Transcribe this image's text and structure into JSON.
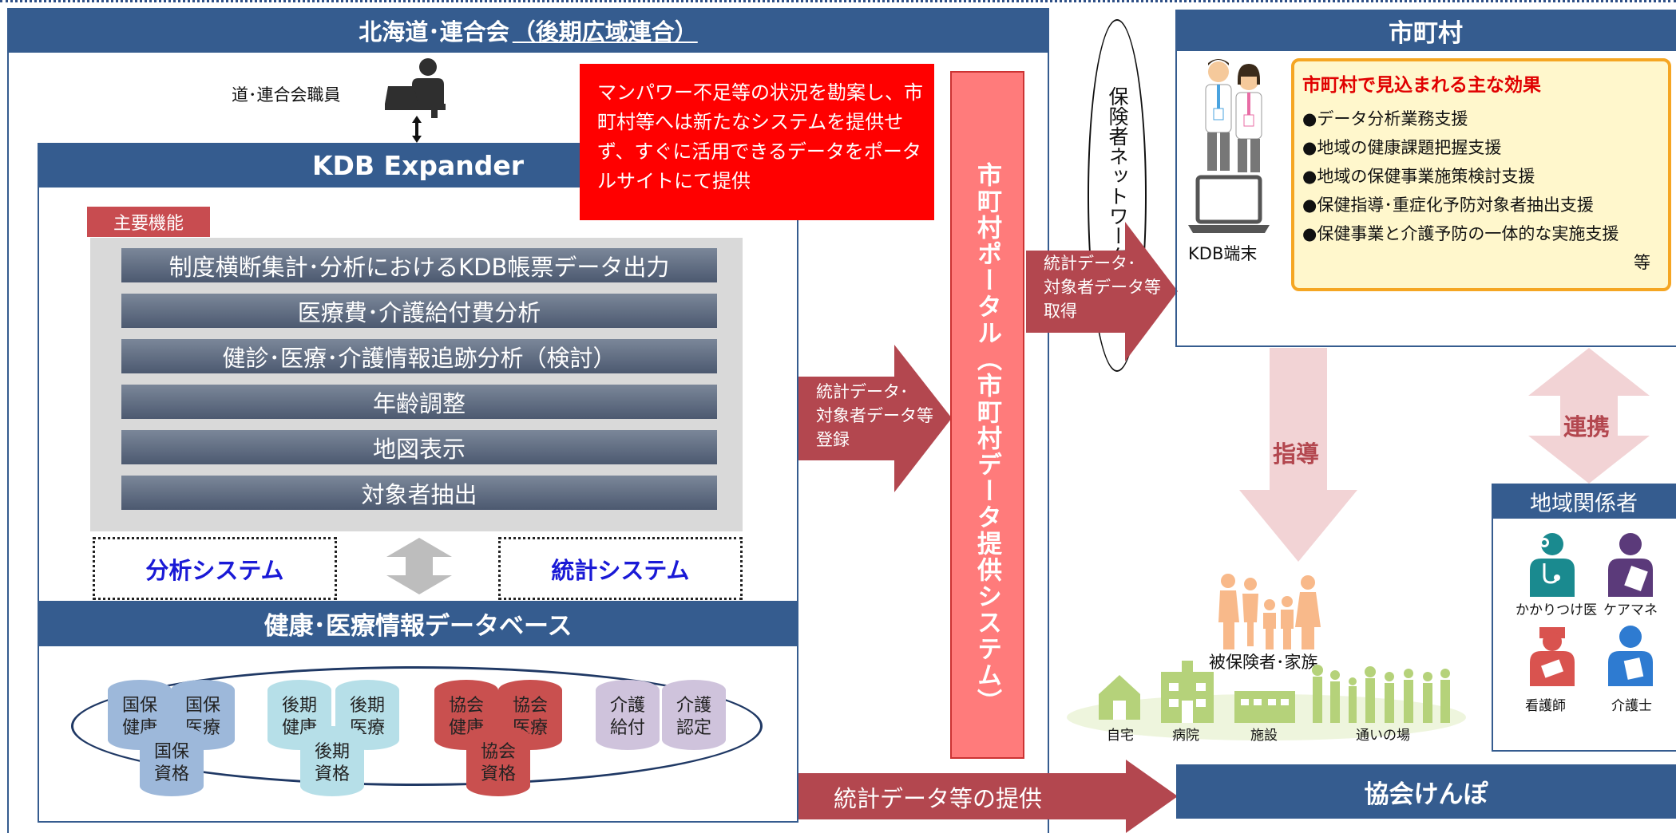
{
  "left_panel": {
    "title": "北海道･連合会",
    "title_underlined": "（後期広域連合）",
    "staff_label": "道･連合会職員",
    "notice": "マンパワー不足等の状況を勘案し、市町村等へは新たなシステムを提供せず、すぐに活用できるデータをポータルサイトにて提供",
    "kdb": {
      "title": "KDB Expander",
      "main_functions_label": "主要機能",
      "functions": [
        "制度横断集計･分析におけるKDB帳票データ出力",
        "医療費･介護給付費分析",
        "健診･医療･介護情報追跡分析（検討）",
        "年齢調整",
        "地図表示",
        "対象者抽出"
      ],
      "analysis_system": "分析システム",
      "stats_system": "統計システム"
    },
    "database": {
      "title": "健康･医療情報データベース",
      "items": [
        {
          "label": "国保\n健康",
          "color": "#9db8da"
        },
        {
          "label": "国保\n医療",
          "color": "#9db8da"
        },
        {
          "label": "国保\n資格",
          "color": "#9db8da"
        },
        {
          "label": "後期\n健康",
          "color": "#b6dfe8"
        },
        {
          "label": "後期\n医療",
          "color": "#b6dfe8"
        },
        {
          "label": "後期\n資格",
          "color": "#b6dfe8"
        },
        {
          "label": "協会\n健康",
          "color": "#c9504f"
        },
        {
          "label": "協会\n医療",
          "color": "#c9504f"
        },
        {
          "label": "協会\n資格",
          "color": "#c9504f"
        },
        {
          "label": "介護\n給付",
          "color": "#cfc3dc"
        },
        {
          "label": "介護\n認定",
          "color": "#cfc3dc"
        }
      ]
    }
  },
  "arrows": {
    "register": "統計データ･\n対象者データ等\n登録",
    "acquire": "統計データ･\n対象者データ等\n取得",
    "provide": "統計データ等の提供",
    "guidance": "指導",
    "cooperation": "連携"
  },
  "portal": {
    "label": "市町村ポータル（市町村データ提供システム）"
  },
  "insurer_vertical": "保険者ネットワーク",
  "municipality": {
    "title": "市町村",
    "terminal_label": "KDB端末",
    "effects_title": "市町村で見込まれる主な効果",
    "effects": [
      "●データ分析業務支援",
      "●地域の健康課題把握支援",
      "●地域の保健事業施策検討支援",
      "●保健指導･重症化予防対象者抽出支援",
      "●保健事業と介護予防の一体的な実施支援"
    ],
    "effects_suffix": "等"
  },
  "community": {
    "insured_label": "被保険者･家族",
    "places": [
      "自宅",
      "病院",
      "施設",
      "通いの場"
    ]
  },
  "stakeholders": {
    "title": "地域関係者",
    "roles": [
      "かかりつけ医",
      "ケアマネ",
      "看護師",
      "介護士"
    ]
  },
  "kyokai": {
    "title": "協会けんぽ"
  },
  "colors": {
    "navy": "#355c8f",
    "arrow_red": "#b3474f",
    "portal_pink": "#ff7b7b",
    "notice_red": "#ff0000",
    "effects_border": "#f5a623"
  }
}
